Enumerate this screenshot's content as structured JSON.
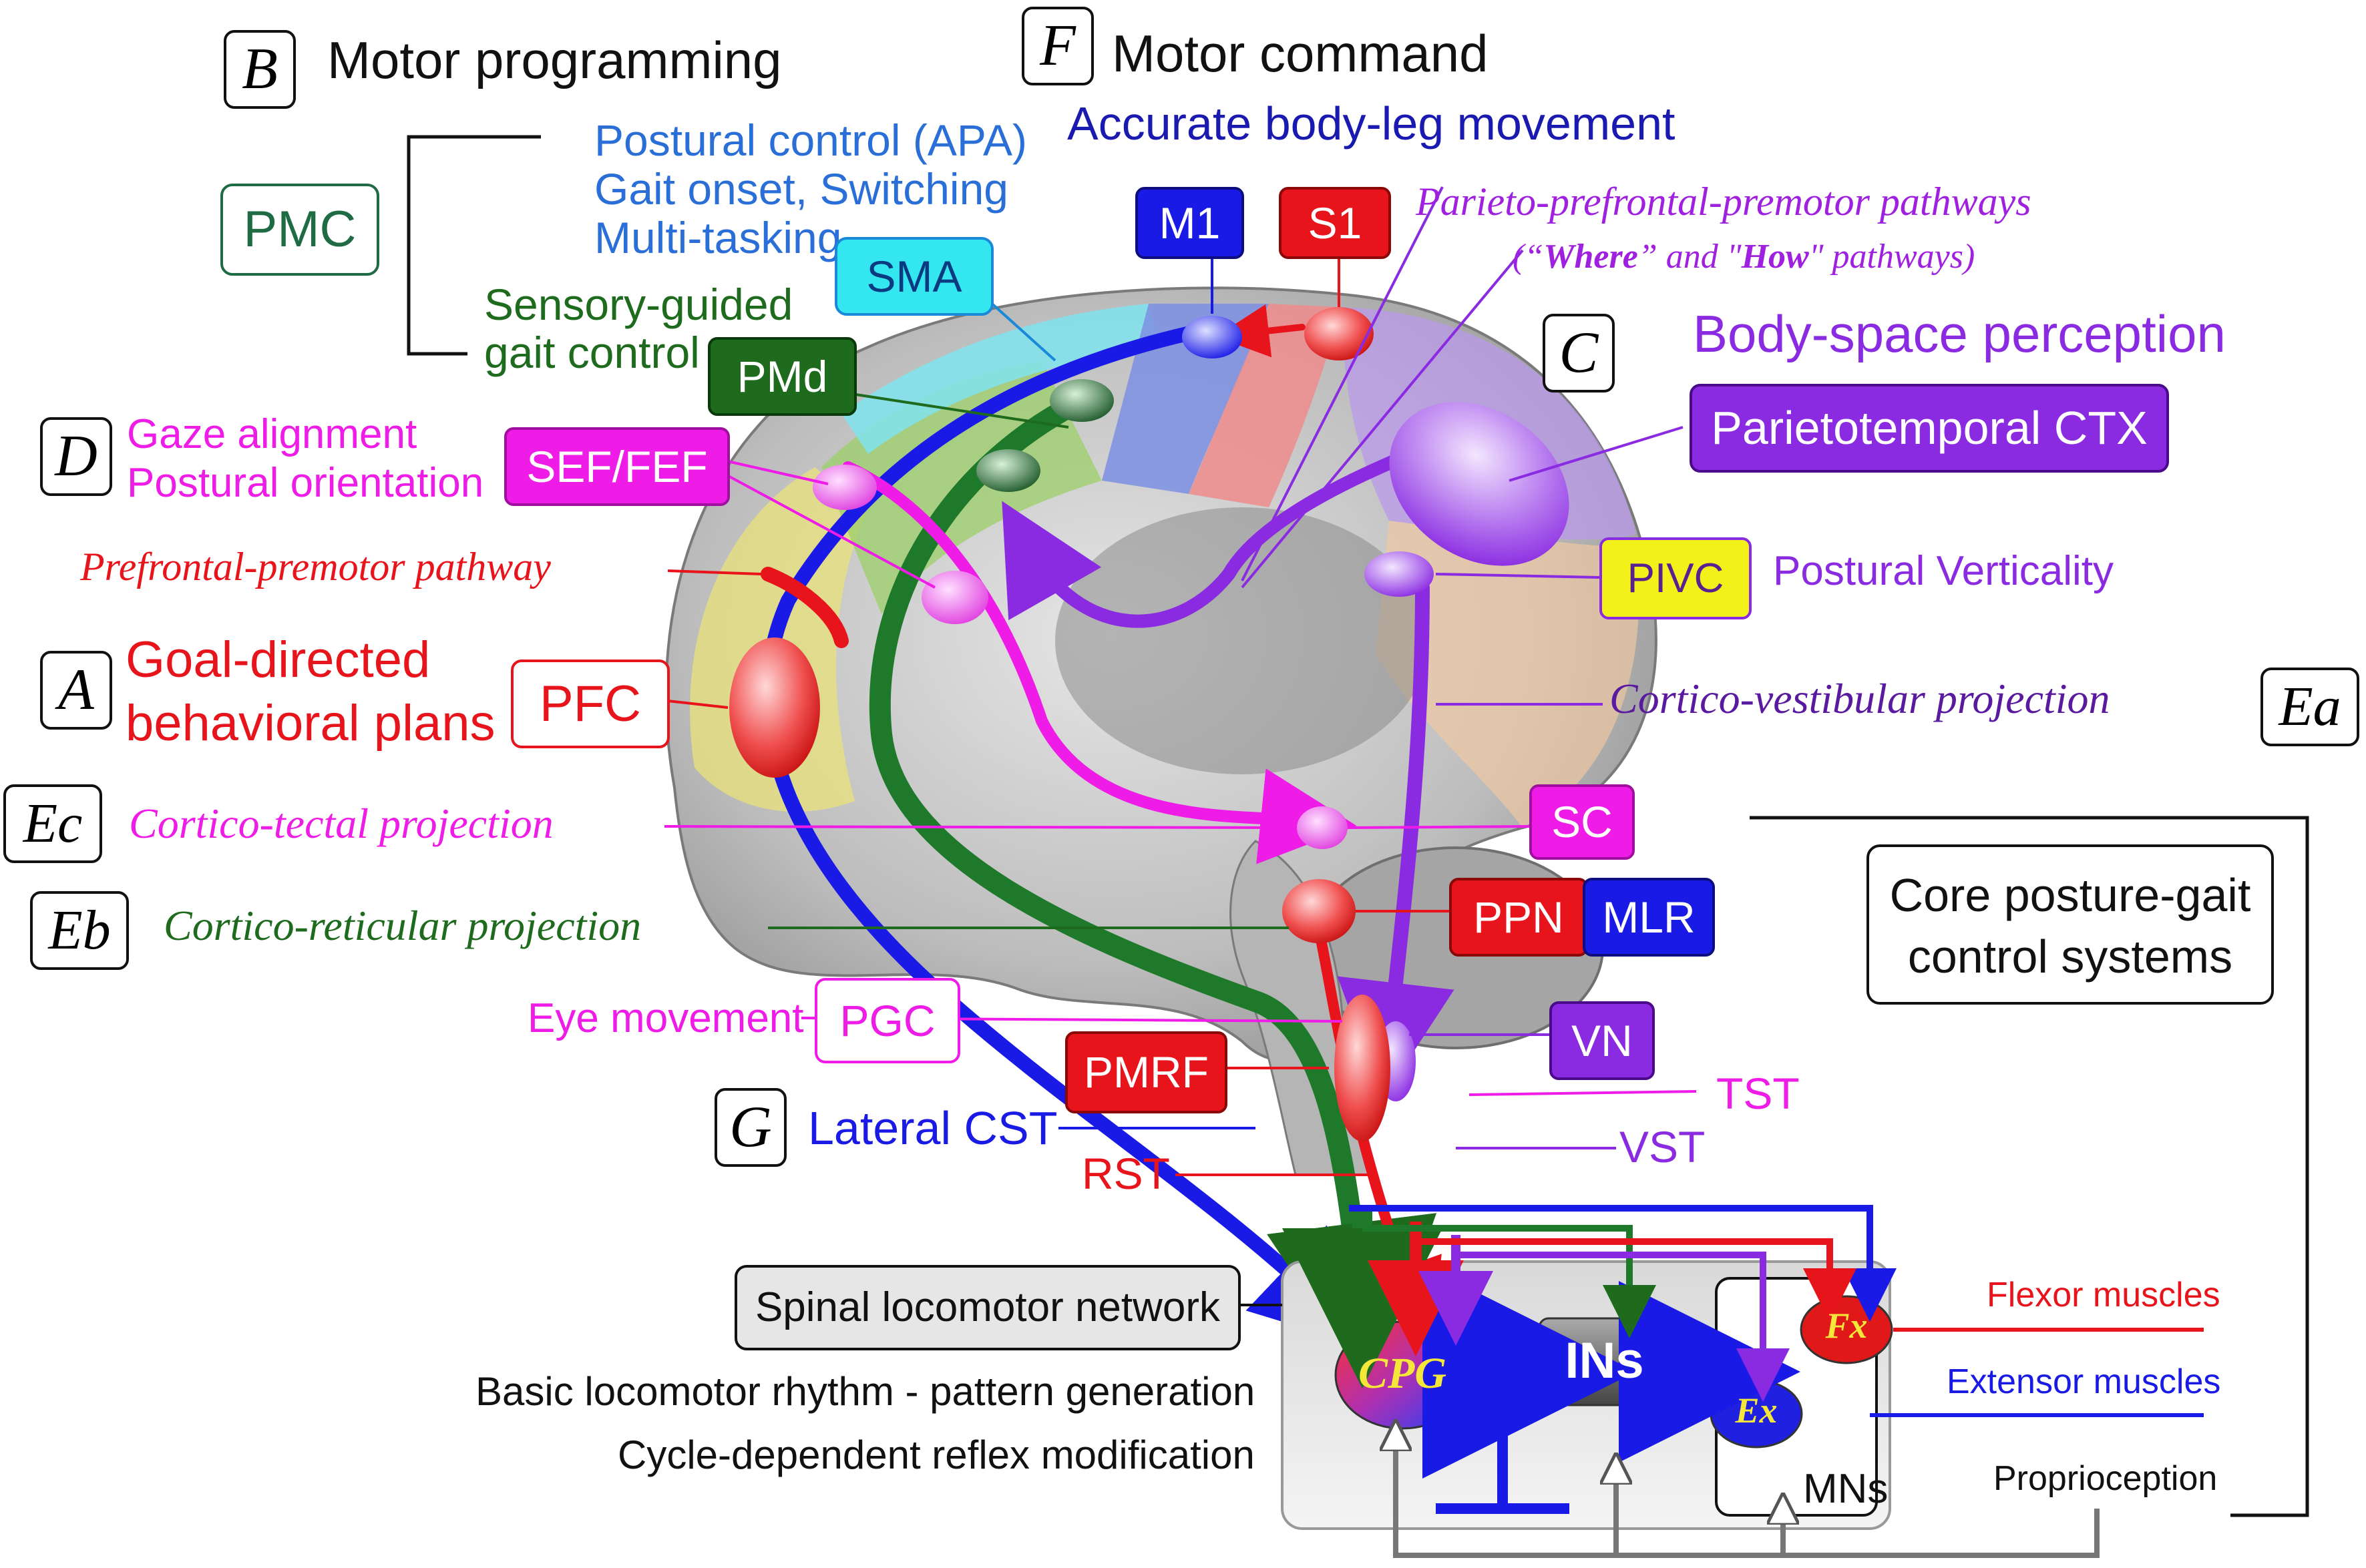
{
  "sections": {
    "B": {
      "letter": "B",
      "title": "Motor programming"
    },
    "F": {
      "letter": "F",
      "title": "Motor command",
      "subtitle": "Accurate body-leg movement"
    },
    "C": {
      "letter": "C",
      "title": "Body-space perception"
    },
    "D": {
      "letter": "D",
      "line1": "Gaze alignment",
      "line2": "Postural orientation"
    },
    "A": {
      "letter": "A",
      "line1": "Goal-directed",
      "line2": "behavioral plans"
    },
    "Ec": {
      "letter": "Ec",
      "label": "Cortico-tectal projection"
    },
    "Eb": {
      "letter": "Eb",
      "label": "Cortico-reticular projection"
    },
    "Ea": {
      "letter": "Ea",
      "label": "Cortico-vestibular projection"
    },
    "G": {
      "letter": "G",
      "label": "Lateral CST"
    }
  },
  "pmc": {
    "box": "PMC",
    "blue_line1": "Postural control (APA)",
    "blue_line2": "Gait onset, Switching",
    "blue_line3": "Multi-tasking",
    "green_line1": "Sensory-guided",
    "green_line2": "gait control"
  },
  "boxes": {
    "M1": "M1",
    "S1": "S1",
    "SMA": "SMA",
    "PMd": "PMd",
    "SEF_FEF": "SEF/FEF",
    "PFC": "PFC",
    "PIVC": "PIVC",
    "parietotemporal": "Parietotemporal CTX",
    "SC": "SC",
    "PPN": "PPN",
    "MLR": "MLR",
    "PGC": "PGC",
    "VN": "VN",
    "PMRF": "PMRF",
    "INs": "INs",
    "CPG": "CPG",
    "Fx": "Fx",
    "Ex": "Ex",
    "MNs": "MNs"
  },
  "labels": {
    "parieto_pathways": "Parieto-prefrontal-premotor pathways",
    "where_how_open": "(“",
    "where": "Where",
    "where_how_mid": "” and \"",
    "how": "How",
    "where_how_close": "\" pathways)",
    "prefrontal_premotor": "Prefrontal-premotor pathway",
    "postural_verticality": "Postural Verticality",
    "eye_movement": "Eye movement",
    "TST": "TST",
    "VST": "VST",
    "RST": "RST",
    "core_line1": "Core posture-gait",
    "core_line2": "control systems",
    "spinal_network": "Spinal locomotor network",
    "basic_rhythm": "Basic locomotor rhythm - pattern generation",
    "cycle_dependent": "Cycle-dependent reflex modification",
    "flexor": "Flexor muscles",
    "extensor": "Extensor muscles",
    "proprioception": "Proprioception"
  },
  "colors": {
    "red": "#e8141c",
    "blue": "#1a1ae6",
    "green": "#1e6b1e",
    "magenta": "#ee1ce6",
    "purple": "#8a2be2",
    "cyan": "#33e6f0",
    "yellow": "#f2f21a",
    "mid_blue": "#2a6fd8"
  }
}
